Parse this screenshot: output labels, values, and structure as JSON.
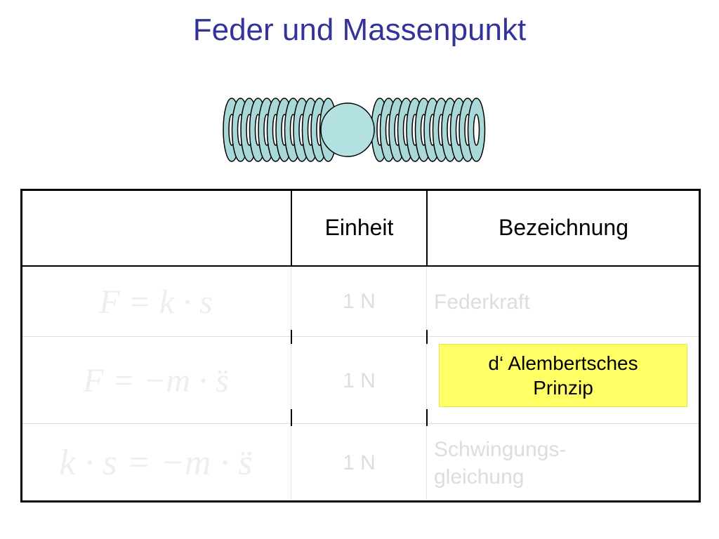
{
  "slide": {
    "title": "Feder und Massenpunkt"
  },
  "figure": {
    "description_icon": "spring-mass-icon",
    "ring_fill": "#a9d8d8",
    "ball_fill": "#b3e0e0",
    "rings_per_side": 12
  },
  "table": {
    "headers": [
      "",
      "Einheit",
      "Bezeichnung"
    ],
    "rows": [
      {
        "formula": "F = k · s",
        "unit": "1 N",
        "description": "Federkraft"
      },
      {
        "formula": "F = −m · s̈",
        "unit": "1 N",
        "description": ""
      },
      {
        "formula": "k · s = −m · s̈",
        "unit": "1 N",
        "description_line1": "Schwingungs-",
        "description_line2": "gleichung"
      }
    ]
  },
  "callout": {
    "line1": "d‘ Alembertsches",
    "line2": "Prinzip",
    "color": "#ffff66"
  },
  "colors": {
    "title": "#333399",
    "faded_text": "#dddddd"
  }
}
